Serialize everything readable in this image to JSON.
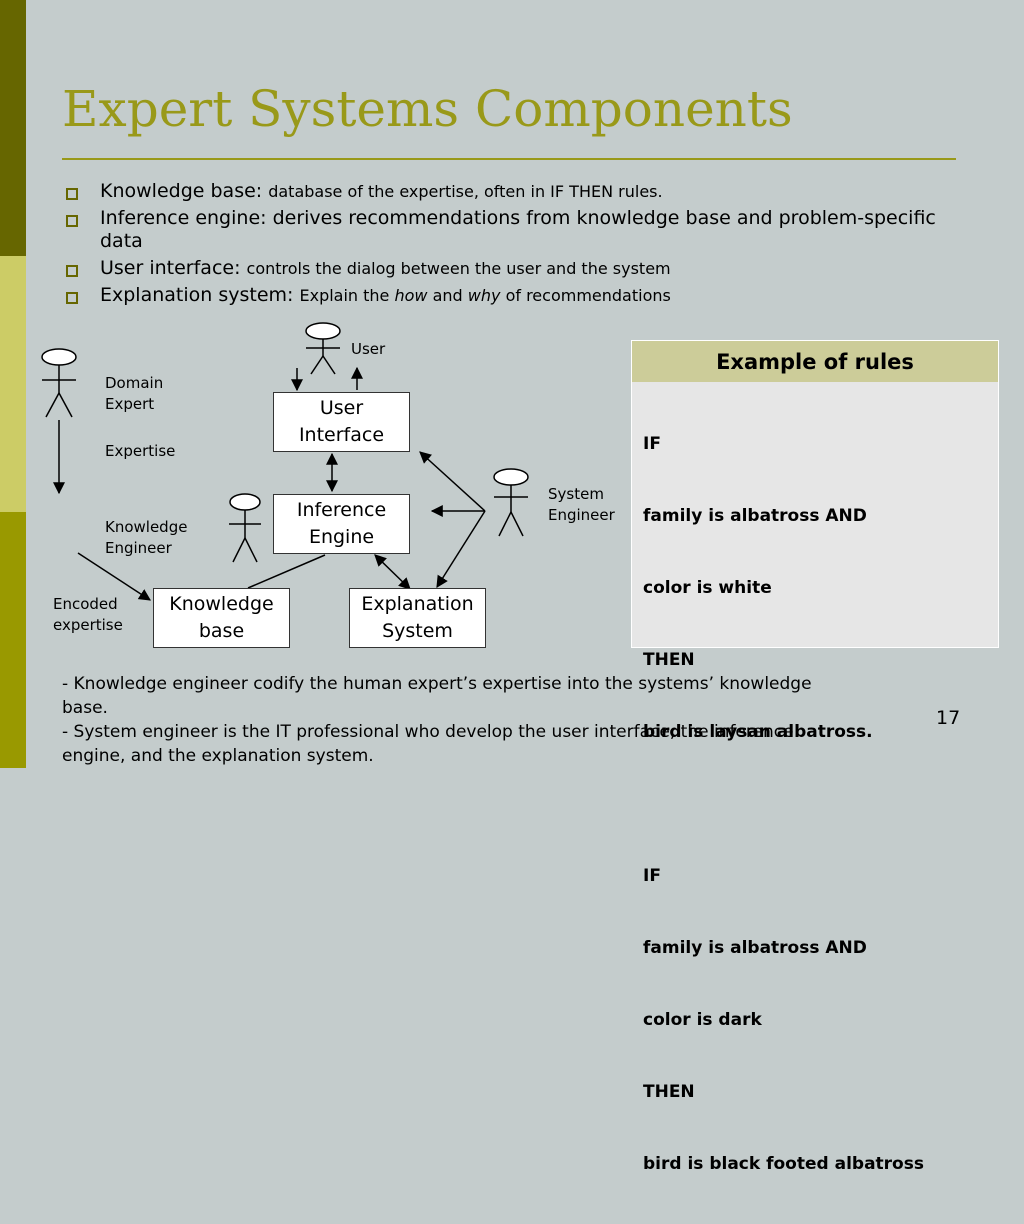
{
  "title": "Expert Systems Components",
  "colors": {
    "title": "#999919",
    "background": "#c4cccc",
    "sidebar_dark": "#666600",
    "sidebar_light": "#cccc66",
    "sidebar_mid": "#999900",
    "rules_header": "#cccc99"
  },
  "bullets": [
    {
      "head": "Knowledge base: ",
      "tail_parts": [
        "database of the expertise, often in IF THEN rules."
      ]
    },
    {
      "head": "Inference engine: derives recommendations from knowledge base and problem-specific data",
      "tail_parts": []
    },
    {
      "head": "User interface: ",
      "tail_parts": [
        "controls the dialog between the user and the system"
      ]
    },
    {
      "head": "Explanation system: ",
      "tail_parts": [
        "Explain the ",
        "how",
        " and ",
        "why",
        " of recommendations"
      ]
    }
  ],
  "diagram": {
    "boxes": {
      "user_interface": [
        "User",
        "Interface"
      ],
      "inference_engine": [
        "Inference",
        "Engine"
      ],
      "knowledge_base": [
        "Knowledge",
        "base"
      ],
      "explanation_system": [
        "Explanation",
        "System"
      ]
    },
    "labels": {
      "user": "User",
      "domain_expert": [
        "Domain",
        "Expert"
      ],
      "expertise": "Expertise",
      "knowledge_engineer": [
        "Knowledge",
        "Engineer"
      ],
      "encoded_expertise": [
        "Encoded",
        "expertise"
      ],
      "system_engineer": [
        "System",
        "Engineer"
      ]
    }
  },
  "rules": {
    "header": "Example of rules",
    "lines": [
      "IF",
      "family is albatross AND",
      "color is white",
      "THEN",
      "bird is laysan albatross.",
      "",
      "IF",
      "family is albatross AND",
      "color is dark",
      "THEN",
      "bird is black footed albatross"
    ]
  },
  "footer": {
    "line1": "- Knowledge engineer codify the human expert’s expertise into the systems’ knowledge base.",
    "line2": "- System engineer is the IT professional who develop the user interface, the inference engine, and the explanation system."
  },
  "page_number": "17"
}
